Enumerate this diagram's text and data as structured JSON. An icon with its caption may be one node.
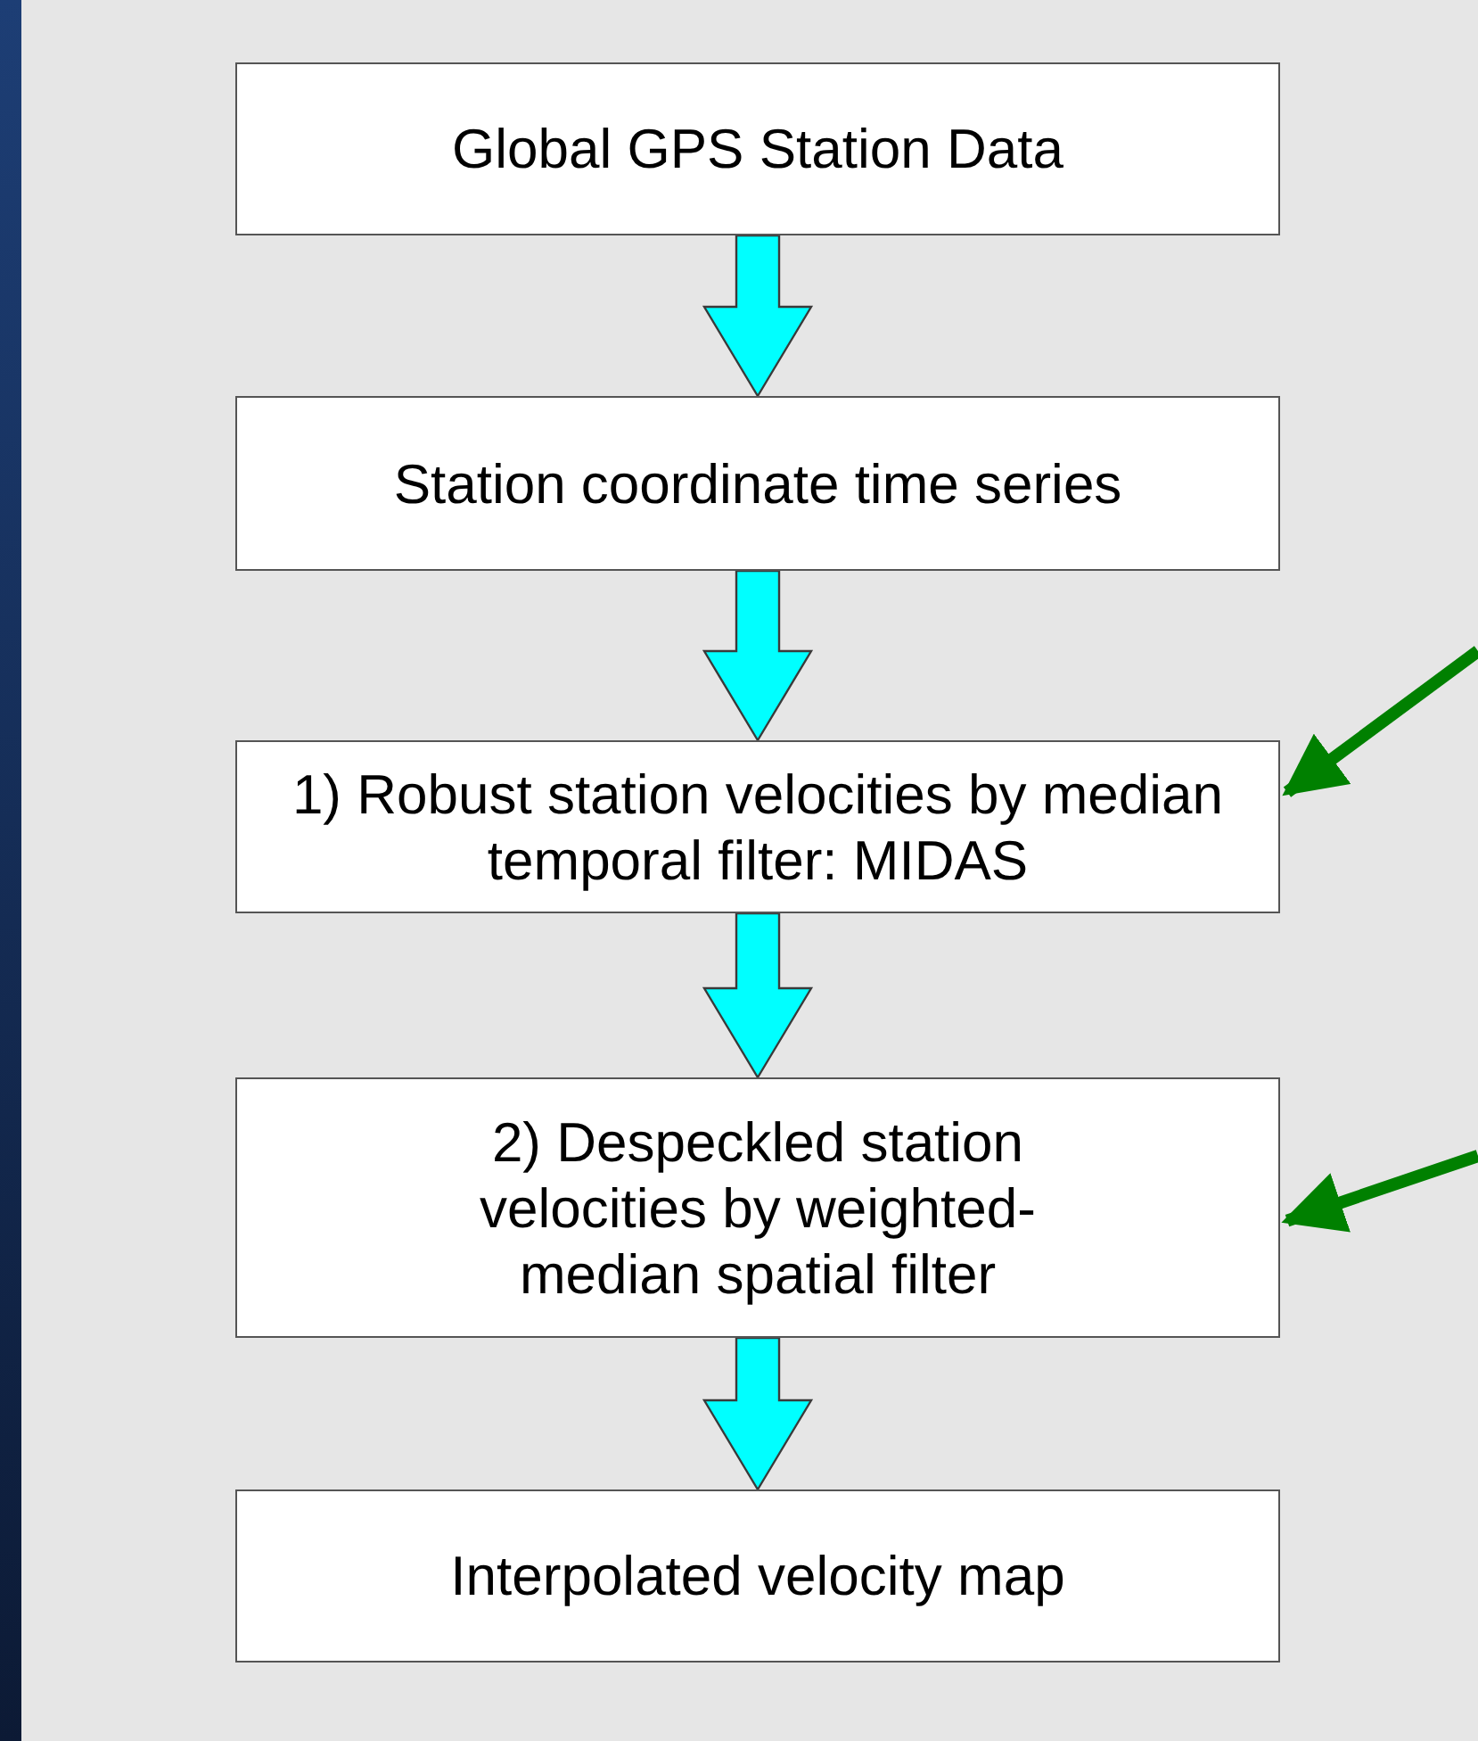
{
  "diagram": {
    "nodes": [
      {
        "text": [
          "Global GPS Station Data"
        ]
      },
      {
        "text": [
          "Station coordinate time series"
        ]
      },
      {
        "text": [
          "1) Robust station velocities by median temporal filter: MIDAS"
        ]
      },
      {
        "text": [
          "2) Despeckled station velocities by weighted-median spatial filter"
        ]
      },
      {
        "text": [
          "Interpolated velocity map"
        ]
      }
    ],
    "edges": [
      {
        "from": 0,
        "to": 1,
        "arrow": "to",
        "style": "thick"
      },
      {
        "from": 1,
        "to": 2,
        "arrow": "to",
        "style": "thick"
      },
      {
        "from": 2,
        "to": 3,
        "arrow": "to",
        "style": "thick"
      },
      {
        "from": 3,
        "to": 4,
        "arrow": "to",
        "style": "thick"
      },
      {
        "from": null,
        "to": 2,
        "arrow": "to",
        "color": "#008000"
      },
      {
        "from": null,
        "to": 3,
        "arrow": "to",
        "color": "#008000"
      }
    ]
  }
}
